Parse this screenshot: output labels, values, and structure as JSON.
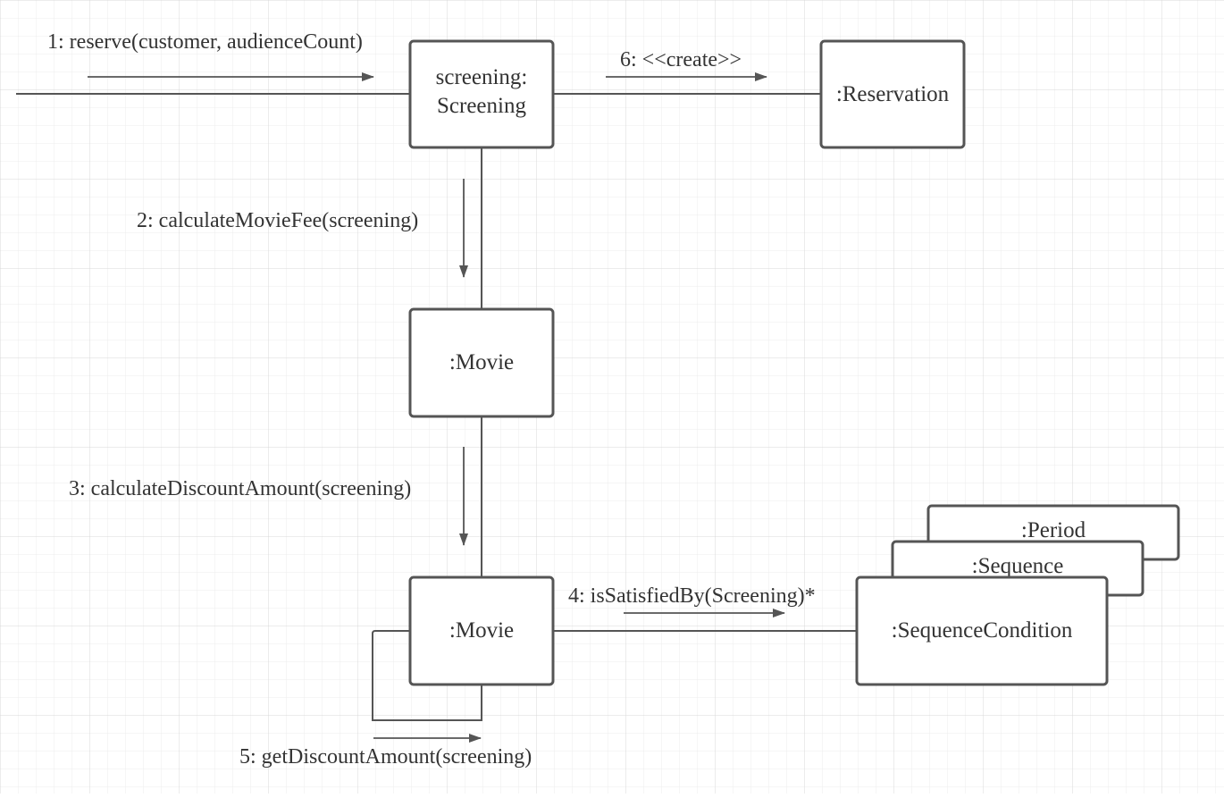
{
  "diagram": {
    "objects": {
      "screening_line1": "screening:",
      "screening_line2": "Screening",
      "reservation": ":Reservation",
      "movie_top": ":Movie",
      "movie_bottom": ":Movie",
      "period": ":Period",
      "sequence": ":Sequence",
      "sequence_condition": ":SequenceCondition"
    },
    "messages": {
      "m1": "1: reserve(customer, audienceCount)",
      "m2": "2: calculateMovieFee(screening)",
      "m3": "3: calculateDiscountAmount(screening)",
      "m4": "4: isSatisfiedBy(Screening)*",
      "m5": "5: getDiscountAmount(screening)",
      "m6": "6: <<create>>"
    }
  },
  "colors": {
    "grid_minor": "#ececec",
    "grid_major": "#d9d9d9",
    "stroke": "#555555",
    "text": "#333333"
  }
}
